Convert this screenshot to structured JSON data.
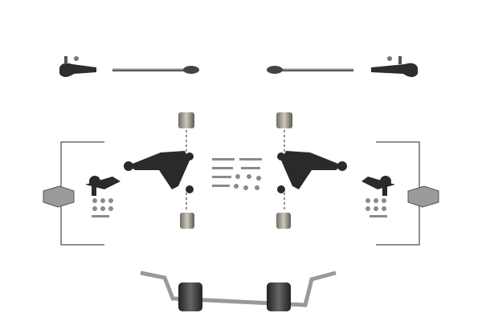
{
  "colors": {
    "background": "#ffffff",
    "metal_dark": "#2a2a2a",
    "metal_mid": "#6b6b6b",
    "metal_light": "#b5b5b5",
    "rubber": "#3a3a3a",
    "bushing_tan": "#a89f8f",
    "line": "#222222"
  },
  "parts": [
    {
      "name": "tie-rod-end-left"
    },
    {
      "name": "inner-tie-rod-left"
    },
    {
      "name": "inner-tie-rod-right"
    },
    {
      "name": "tie-rod-end-right"
    },
    {
      "name": "control-arm-left"
    },
    {
      "name": "control-arm-right"
    },
    {
      "name": "ball-joint-left"
    },
    {
      "name": "ball-joint-right"
    },
    {
      "name": "bushing-upper-left"
    },
    {
      "name": "bushing-lower-left"
    },
    {
      "name": "bushing-upper-right"
    },
    {
      "name": "bushing-lower-right"
    },
    {
      "name": "bolt-kit-center"
    },
    {
      "name": "stabilizer-bar"
    }
  ]
}
